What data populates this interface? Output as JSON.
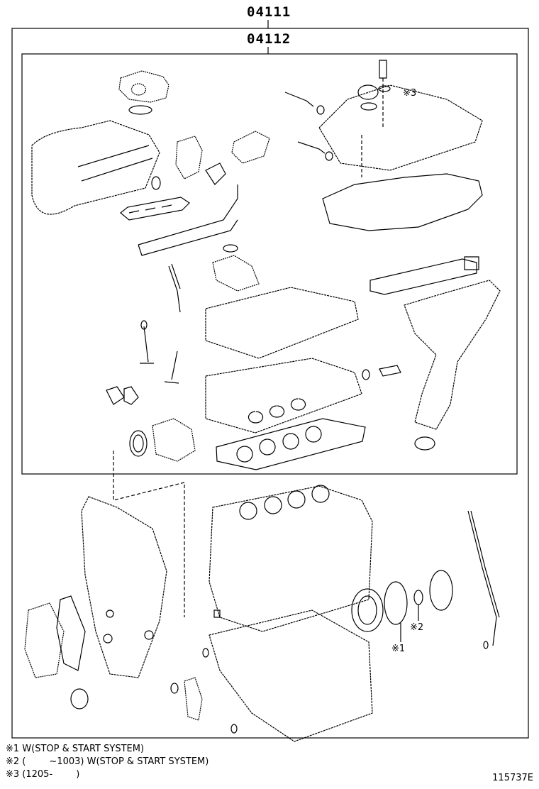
{
  "labels": {
    "outer_kit": "04111",
    "inner_kit": "04112"
  },
  "callouts": {
    "c1": "※1",
    "c2": "※2",
    "c3": "※3"
  },
  "notes": [
    "※1 W(STOP & START SYSTEM)",
    "※2 (        ~1003) W(STOP & START SYSTEM)",
    "※3 (1205-        )"
  ],
  "figure_id": "115737E"
}
